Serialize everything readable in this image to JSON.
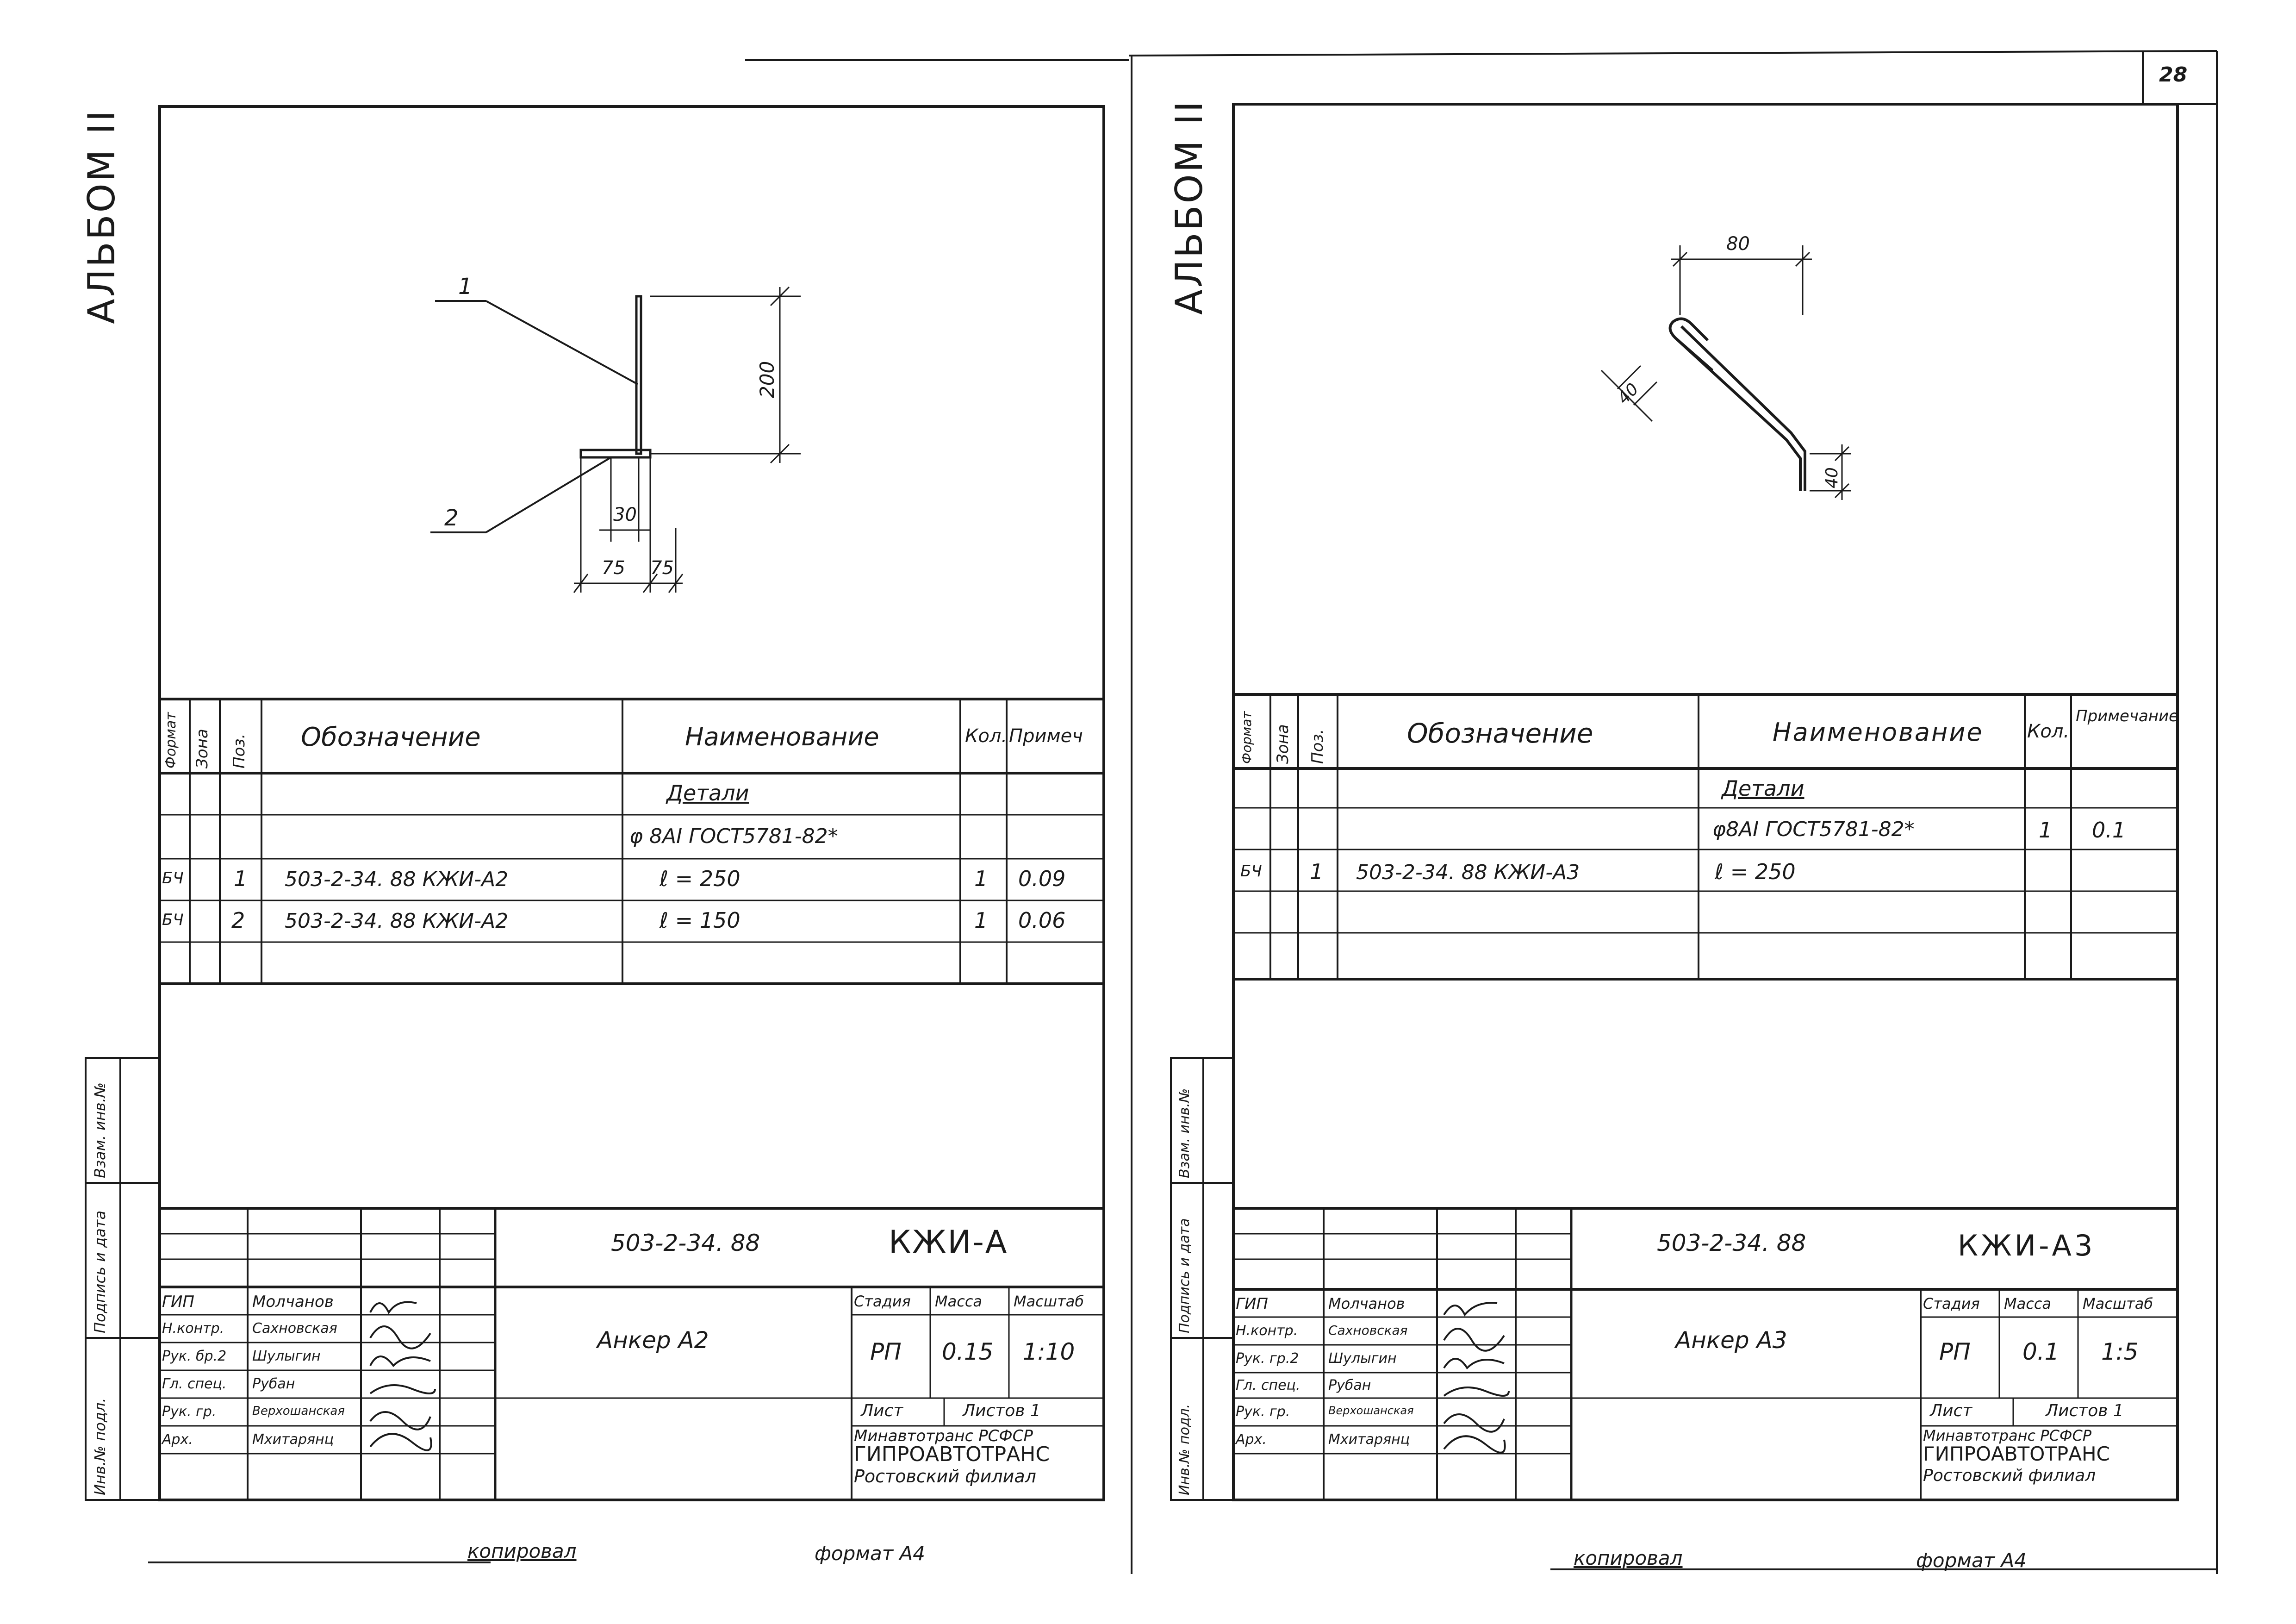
{
  "page_number": "28",
  "sheets": [
    {
      "album": "АЛЬБОМ II",
      "side_stamps": [
        "Инв.№ подл.",
        "Подпись и дата",
        "Взам. инв.№"
      ],
      "drawing": {
        "leaders": [
          "1",
          "2"
        ],
        "dims": [
          "200",
          "30",
          "75",
          "75"
        ]
      },
      "spec_headers": [
        "Формат",
        "Зона",
        "Поз.",
        "Обозначение",
        "Наименование",
        "Кол.",
        "Примеч"
      ],
      "spec_rows": [
        {
          "fmt": "",
          "zone": "",
          "pos": "",
          "designation": "",
          "name": "Детали",
          "qty": "",
          "note": ""
        },
        {
          "fmt": "",
          "zone": "",
          "pos": "",
          "designation": "",
          "name": "φ 8AI ГОСТ5781-82*",
          "qty": "",
          "note": ""
        },
        {
          "fmt": "БЧ",
          "zone": "",
          "pos": "1",
          "designation": "503-2-34. 88  КЖИ-А2",
          "name": "ℓ = 250",
          "qty": "1",
          "note": "0.09"
        },
        {
          "fmt": "БЧ",
          "zone": "",
          "pos": "2",
          "designation": "503-2-34. 88  КЖИ-А2",
          "name": "ℓ = 150",
          "qty": "1",
          "note": "0.06"
        },
        {
          "fmt": "",
          "zone": "",
          "pos": "",
          "designation": "",
          "name": "",
          "qty": "",
          "note": ""
        }
      ],
      "title_block": {
        "code": "503-2-34. 88",
        "doc": "КЖИ-А",
        "part_name": "Анкер А2",
        "stage_h": "Стадия",
        "mass_h": "Масса",
        "scale_h": "Масштаб",
        "stage": "РП",
        "mass": "0.15",
        "scale": "1:10",
        "sheet_label": "Лист",
        "sheets_label": "Листов 1",
        "org1": "Минавтотранс РСФСР",
        "org2": "ГИПРОАВТОТРАНС",
        "org3": "Ростовский филиал",
        "people": [
          {
            "role": "ГИП",
            "name": "Молчанов"
          },
          {
            "role": "Н.контр.",
            "name": "Сахновская"
          },
          {
            "role": "Рук. бр.2",
            "name": "Шулыгин"
          },
          {
            "role": "Гл. спец.",
            "name": "Рубан"
          },
          {
            "role": "Рук. гр.",
            "name": "Верхошанская"
          },
          {
            "role": "Арх.",
            "name": "Мхитарянц"
          }
        ]
      },
      "footer_copied": "копировал",
      "footer_format": "формат А4"
    },
    {
      "album": "АЛЬБОМ II",
      "side_stamps": [
        "Инв.№ подл.",
        "Подпись и дата",
        "Взам. инв.№"
      ],
      "drawing": {
        "dims": [
          "80",
          "40",
          "40"
        ]
      },
      "spec_headers": [
        "Формат",
        "Зона",
        "Поз.",
        "Обозначение",
        "Наименование",
        "Кол.",
        "Примечание"
      ],
      "spec_rows": [
        {
          "fmt": "",
          "zone": "",
          "pos": "",
          "designation": "",
          "name": "Детали",
          "qty": "",
          "note": ""
        },
        {
          "fmt": "",
          "zone": "",
          "pos": "",
          "designation": "",
          "name": "φ8AI ГОСТ5781-82*",
          "qty": "1",
          "note": "0.1"
        },
        {
          "fmt": "БЧ",
          "zone": "",
          "pos": "1",
          "designation": "503-2-34. 88  КЖИ-А3",
          "name": "ℓ = 250",
          "qty": "",
          "note": ""
        },
        {
          "fmt": "",
          "zone": "",
          "pos": "",
          "designation": "",
          "name": "",
          "qty": "",
          "note": ""
        },
        {
          "fmt": "",
          "zone": "",
          "pos": "",
          "designation": "",
          "name": "",
          "qty": "",
          "note": ""
        }
      ],
      "title_block": {
        "code": "503-2-34. 88",
        "doc": "КЖИ-А3",
        "part_name": "Анкер А3",
        "stage_h": "Стадия",
        "mass_h": "Масса",
        "scale_h": "Масштаб",
        "stage": "РП",
        "mass": "0.1",
        "scale": "1:5",
        "sheet_label": "Лист",
        "sheets_label": "Листов 1",
        "org1": "Минавтотранс РСФСР",
        "org2": "ГИПРОАВТОТРАНС",
        "org3": "Ростовский филиал",
        "people": [
          {
            "role": "ГИП",
            "name": "Молчанов"
          },
          {
            "role": "Н.контр.",
            "name": "Сахновская"
          },
          {
            "role": "Рук. гр.2",
            "name": "Шулыгин"
          },
          {
            "role": "Гл. спец.",
            "name": "Рубан"
          },
          {
            "role": "Рук. гр.",
            "name": "Верхошанская"
          },
          {
            "role": "Арх.",
            "name": "Мхитарянц"
          }
        ]
      },
      "footer_copied": "копировал",
      "footer_format": "формат А4"
    }
  ]
}
